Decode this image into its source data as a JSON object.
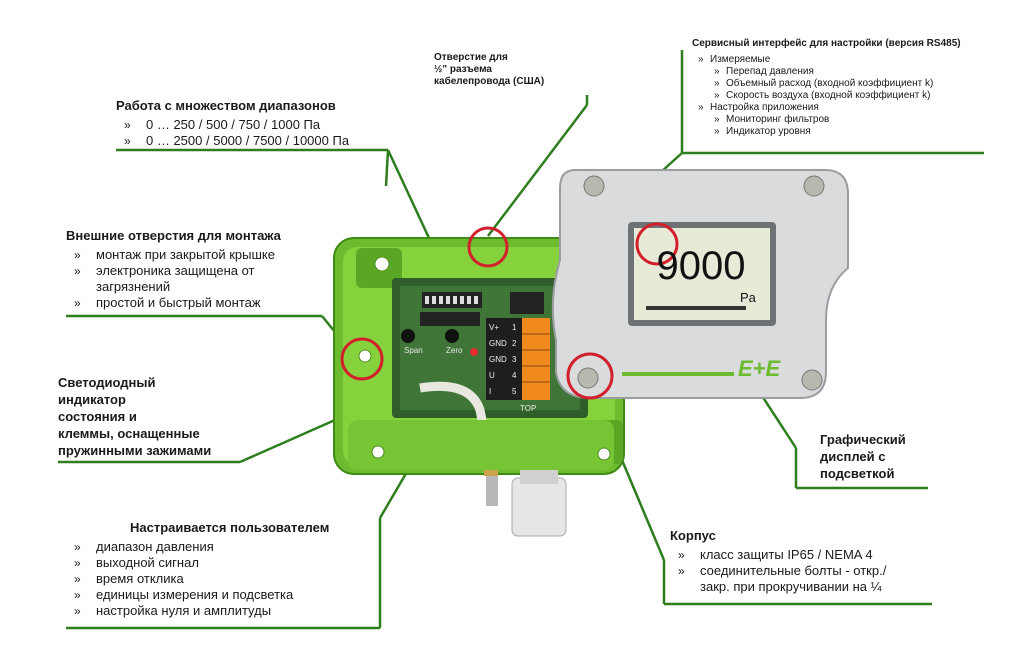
{
  "conduit": {
    "line1": "Отверстие для",
    "line2": "½\" разъема",
    "line3": "кабелепровода (США)"
  },
  "service": {
    "title": "Сервисный интерфейс для настройки (версия RS485)",
    "items": [
      {
        "text": "Измеряемые",
        "level": 1
      },
      {
        "text": "Перепад давления",
        "level": 2
      },
      {
        "text": "Объемный расход (входной коэффициент k)",
        "level": 2
      },
      {
        "text": "Скорость воздуха (входной коэффициент k)",
        "level": 2
      },
      {
        "text": "Настройка приложения",
        "level": 1
      },
      {
        "text": "Мониторинг фильтров",
        "level": 2
      },
      {
        "text": "Индикатор уровня",
        "level": 2
      }
    ]
  },
  "ranges": {
    "title": "Работа с множеством диапазонов",
    "items": [
      "0 … 250 / 500 / 750 / 1000 Па",
      "0 … 2500 / 5000 / 7500 / 10000 Па"
    ]
  },
  "mounting": {
    "title": "Внешние отверстия для монтажа",
    "items": [
      "монтаж при закрытой крышке",
      "электроника защищена от",
      "загрязнений",
      "простой и быстрый монтаж"
    ]
  },
  "led": {
    "lines": [
      "Светодиодный",
      "индикатор",
      "состояния и",
      "клеммы, оснащенные",
      "пружинными зажимами"
    ]
  },
  "display_label": {
    "lines": [
      "Графический",
      "дисплей с",
      "подсветкой"
    ]
  },
  "user": {
    "title": "Настраивается пользователем",
    "items": [
      "диапазон давления",
      "выходной сигнал",
      "время отклика",
      "единицы измерения и подсветка",
      "настройка нуля и амплитуды"
    ]
  },
  "housing": {
    "title": "Корпус",
    "items": [
      "класс защиты IP65 / NEMA 4",
      "соединительные болты - откр./",
      "закр. при прокручивании на ¼"
    ]
  },
  "device": {
    "display_value": "9000",
    "display_unit": "Pa",
    "brand": "E+E",
    "terminals": [
      "V+",
      "GND",
      "GND",
      "U",
      "I"
    ],
    "terminal_numbers": [
      "1",
      "2",
      "3",
      "4",
      "5"
    ],
    "board_labels": {
      "span": "Span",
      "zero": "Zero",
      "top": "TOP"
    }
  },
  "colors": {
    "accent": "#7dc242",
    "line": "#2e7d1e",
    "circle": "#d21f2b"
  }
}
